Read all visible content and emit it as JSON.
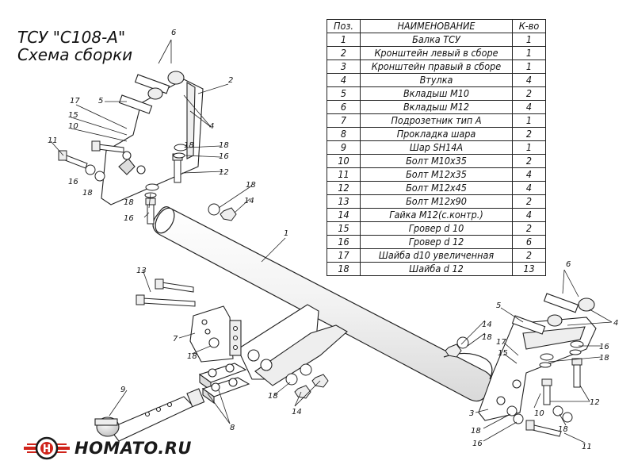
{
  "title": {
    "line1": "ТСУ \"С108-А\"",
    "line2": "Схема сборки"
  },
  "table": {
    "headers": {
      "pos": "Поз.",
      "name": "НАИМЕНОВАНИЕ",
      "qty": "К-во"
    },
    "rows": [
      {
        "pos": "1",
        "name": "Балка ТСУ",
        "qty": "1"
      },
      {
        "pos": "2",
        "name": "Кронштейн левый в сборе",
        "qty": "1"
      },
      {
        "pos": "3",
        "name": "Кронштейн правый в сборе",
        "qty": "1"
      },
      {
        "pos": "4",
        "name": "Втулка",
        "qty": "4"
      },
      {
        "pos": "5",
        "name": "Вкладыш М10",
        "qty": "2"
      },
      {
        "pos": "6",
        "name": "Вкладыш М12",
        "qty": "4"
      },
      {
        "pos": "7",
        "name": "Подрозетник тип А",
        "qty": "1"
      },
      {
        "pos": "8",
        "name": "Прокладка шара",
        "qty": "2"
      },
      {
        "pos": "9",
        "name": "Шар SH14A",
        "qty": "1"
      },
      {
        "pos": "10",
        "name": "Болт М10х35",
        "qty": "2"
      },
      {
        "pos": "11",
        "name": "Болт М12х35",
        "qty": "4"
      },
      {
        "pos": "12",
        "name": "Болт М12х45",
        "qty": "4"
      },
      {
        "pos": "13",
        "name": "Болт М12х90",
        "qty": "2"
      },
      {
        "pos": "14",
        "name": "Гайка М12(с.контр.)",
        "qty": "4"
      },
      {
        "pos": "15",
        "name": "Гровер d 10",
        "qty": "2"
      },
      {
        "pos": "16",
        "name": "Гровер d 12",
        "qty": "6"
      },
      {
        "pos": "17",
        "name": "Шайба d10 увеличенная",
        "qty": "2"
      },
      {
        "pos": "18",
        "name": "Шайба d 12",
        "qty": "13"
      }
    ]
  },
  "callouts": {
    "c1": "1",
    "c2": "2",
    "c3": "3",
    "c4a": "4",
    "c4b": "4",
    "c5a": "5",
    "c5b": "5",
    "c6a": "6",
    "c6b": "6",
    "c7": "7",
    "c8": "8",
    "c9": "9",
    "c10a": "10",
    "c10b": "10",
    "c11a": "11",
    "c11b": "11",
    "c12a": "12",
    "c12b": "12",
    "c13": "13",
    "c14a": "14",
    "c14b": "14",
    "c14c": "14",
    "c15a": "15",
    "c15b": "15",
    "c16a": "16",
    "c16b": "16",
    "c16c": "16",
    "c16d": "16",
    "c16e": "16",
    "c17a": "17",
    "c17b": "17",
    "c18a": "18",
    "c18b": "18",
    "c18c": "18",
    "c18d": "18",
    "c18e": "18",
    "c18f": "18",
    "c18g": "18",
    "c18h": "18",
    "c18i": "18",
    "c18j": "18",
    "c18k": "18"
  },
  "logo": {
    "text": "HOMATO.RU",
    "accent": "#d0241b"
  }
}
